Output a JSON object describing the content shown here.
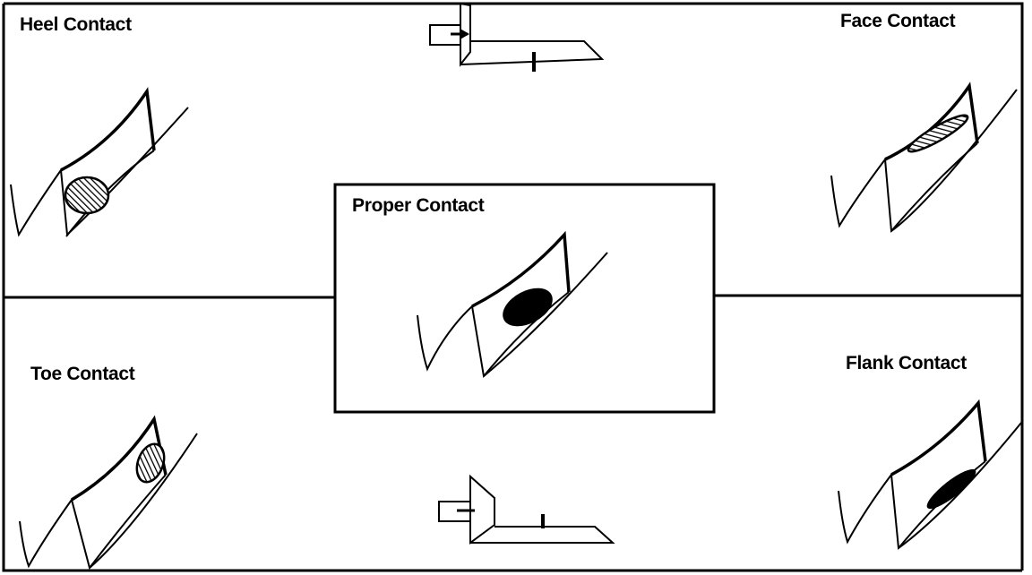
{
  "labels": {
    "heel": "Heel Contact",
    "face": "Face Contact",
    "proper": "Proper Contact",
    "toe": "Toe Contact",
    "flank": "Flank Contact"
  },
  "colors": {
    "line": "#000000",
    "background": "#ffffff"
  }
}
